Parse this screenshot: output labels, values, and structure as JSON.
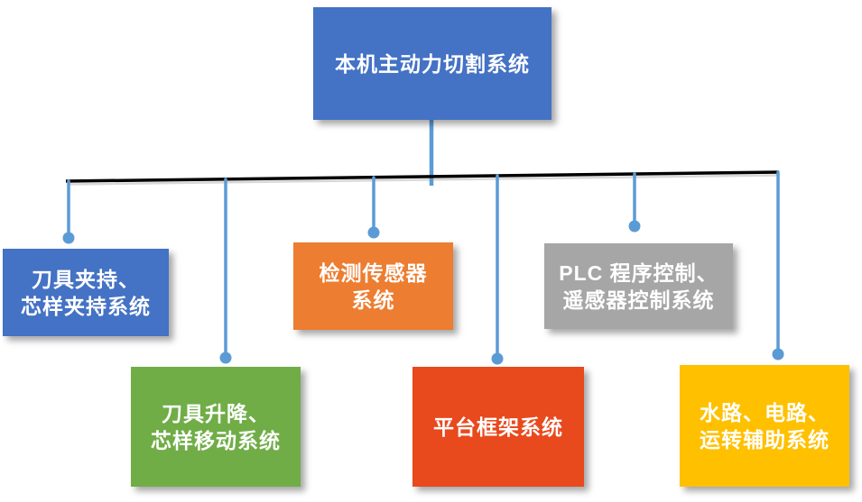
{
  "diagram": {
    "background_color": "#FFFFFF",
    "connector_color": "#5B9BD5",
    "bus_line_color": "#000000",
    "text_color": "#FFFFFF",
    "nodes": {
      "root": {
        "lines": [
          "本机主动力切割系统"
        ],
        "color": "#4472C4"
      },
      "children": [
        {
          "lines": [
            "刀具夹持、",
            "芯样夹持系统"
          ],
          "color": "#4472C4"
        },
        {
          "lines": [
            "刀具升降、",
            "芯样移动系统"
          ],
          "color": "#70AD47"
        },
        {
          "lines": [
            "检测传感器",
            "系统"
          ],
          "color": "#ED7D31"
        },
        {
          "lines": [
            "平台框架系统"
          ],
          "color": "#E8491D"
        },
        {
          "lines": [
            "PLC 程序控制、",
            "遥感器控制系统"
          ],
          "color": "#A6A6A6"
        },
        {
          "lines": [
            "水路、电路、",
            "运转辅助系统"
          ],
          "color": "#FFC000"
        }
      ]
    }
  }
}
